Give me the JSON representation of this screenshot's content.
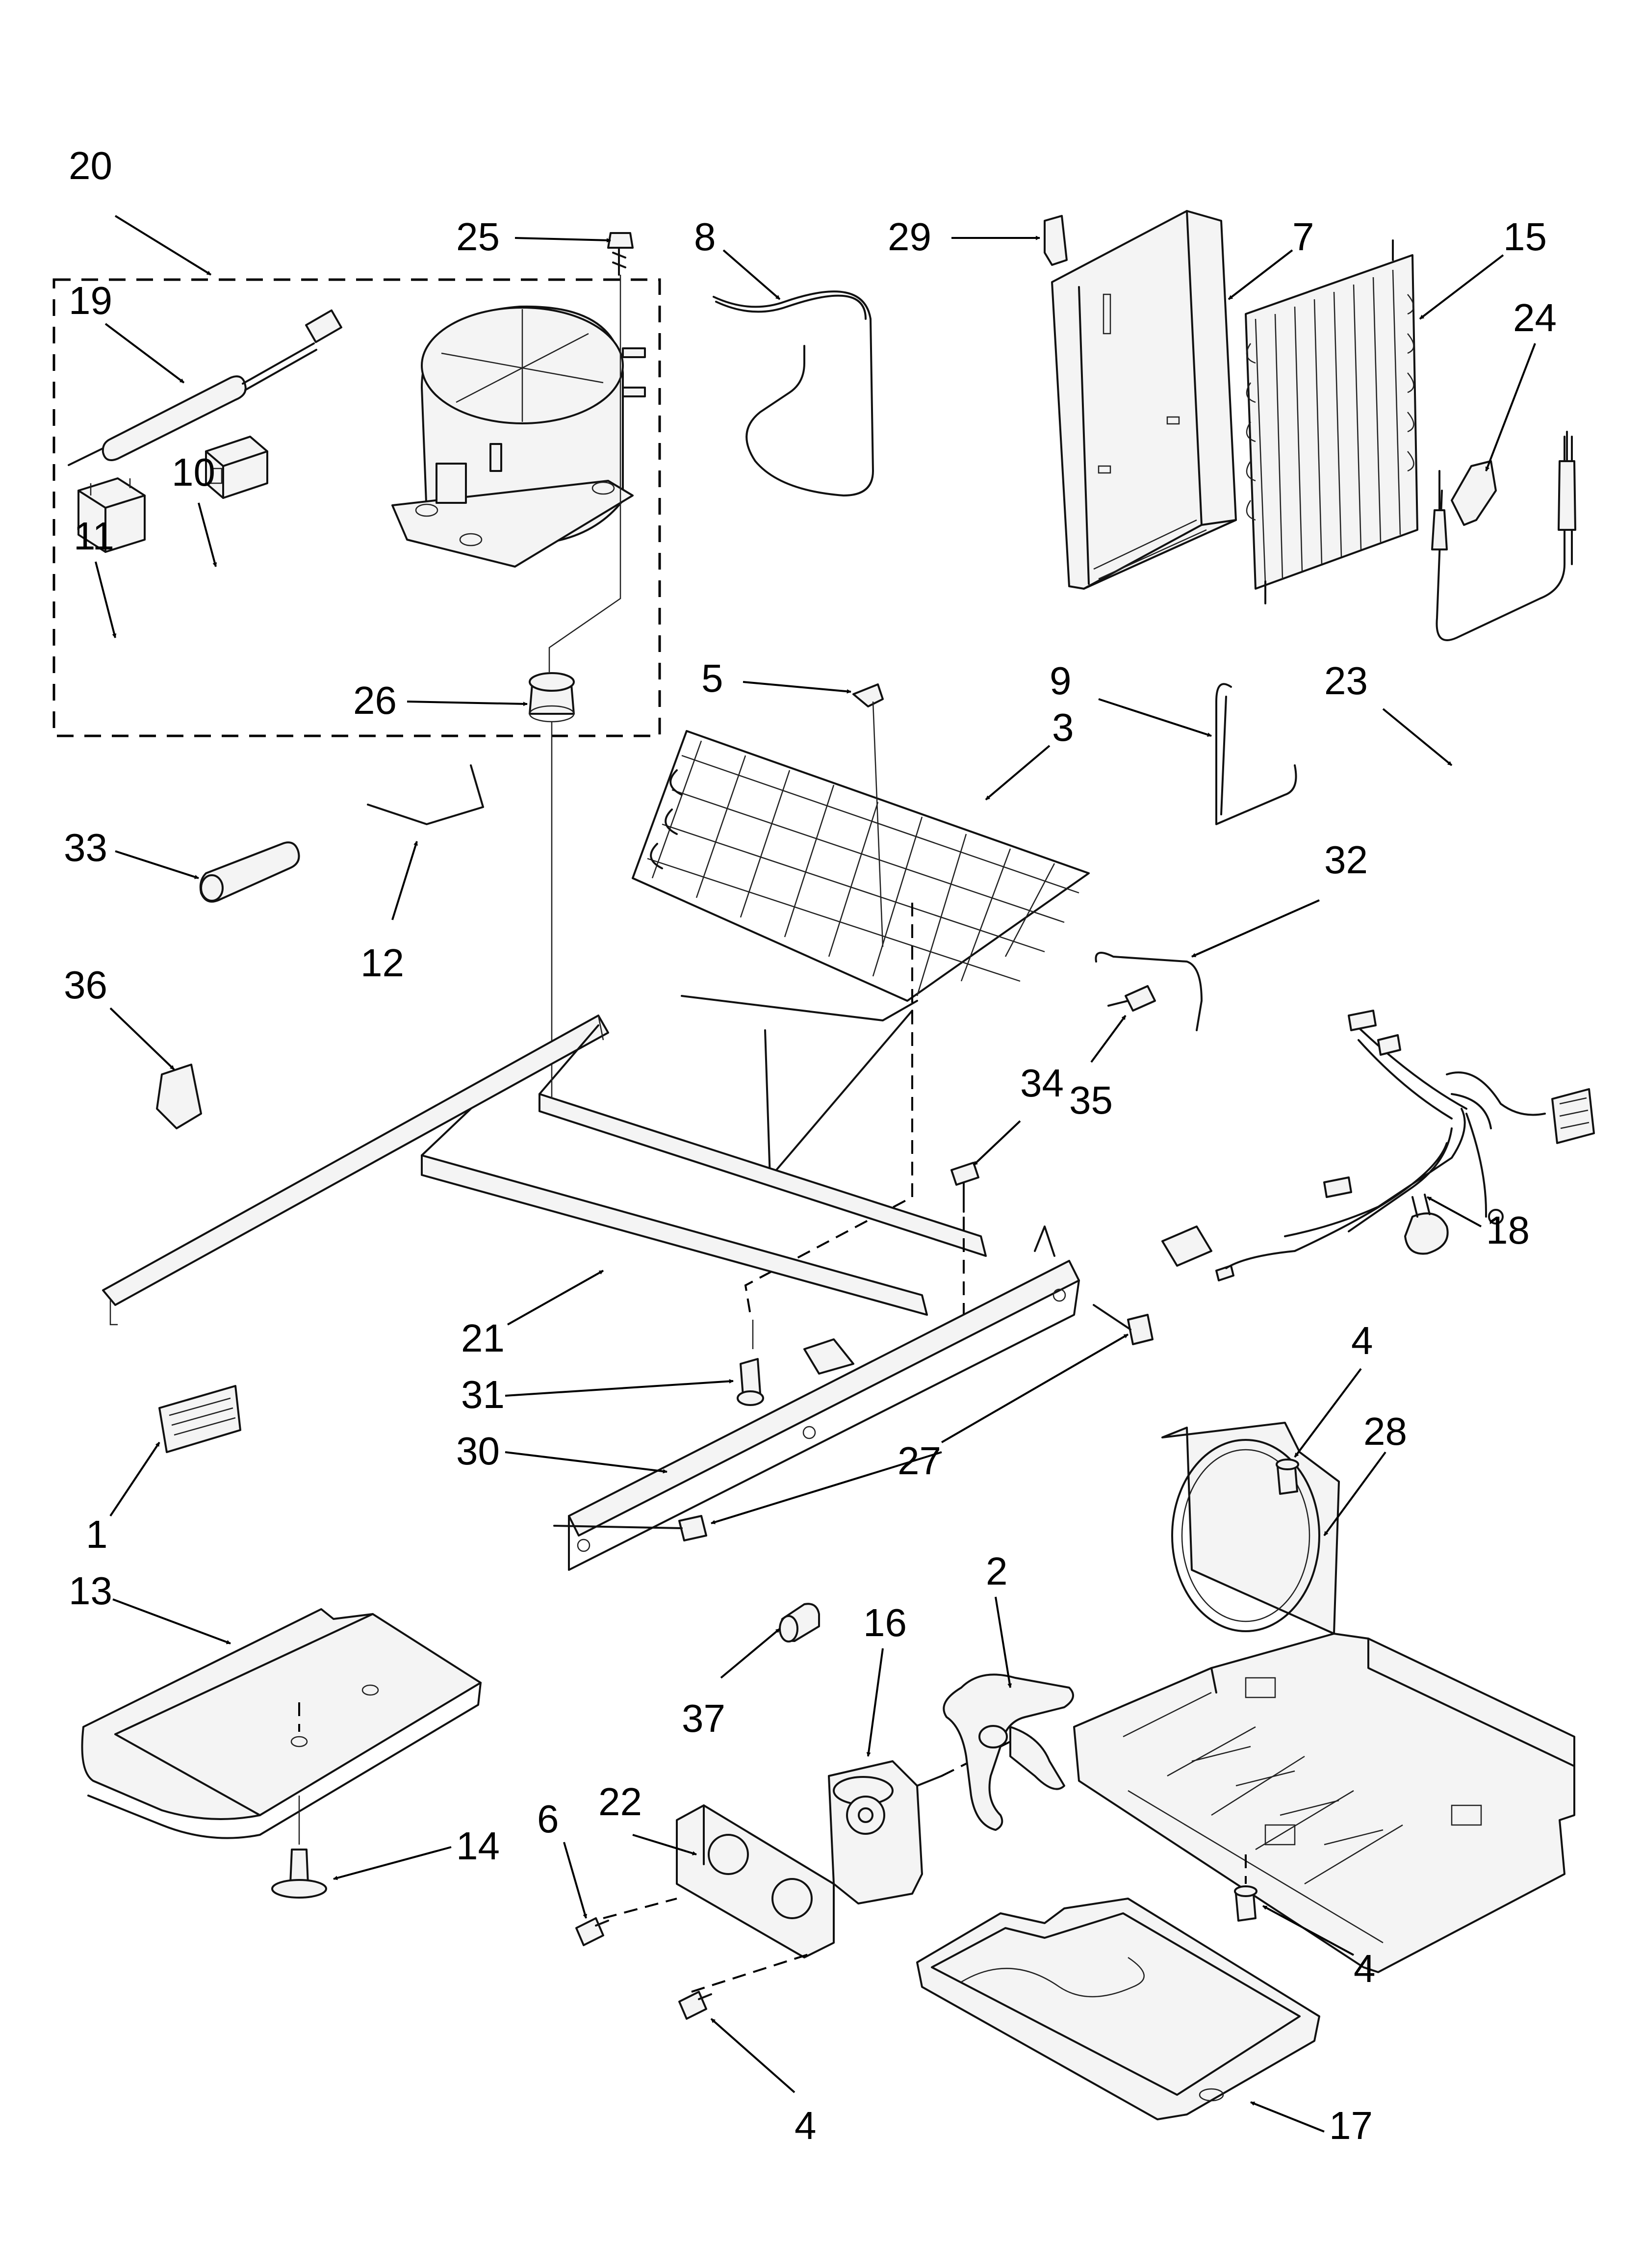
{
  "callouts": {
    "c1": "1",
    "c2": "2",
    "c3": "3",
    "c4a": "4",
    "c4b": "4",
    "c4c": "4",
    "c5": "5",
    "c6": "6",
    "c7": "7",
    "c8": "8",
    "c9": "9",
    "c10": "10",
    "c11": "11",
    "c12": "12",
    "c13": "13",
    "c14": "14",
    "c15": "15",
    "c16": "16",
    "c17": "17",
    "c18": "18",
    "c19": "19",
    "c20": "20",
    "c21": "21",
    "c22": "22",
    "c23": "23",
    "c24": "24",
    "c25": "25",
    "c26": "26",
    "c27": "27",
    "c28": "28",
    "c29": "29",
    "c30": "30",
    "c31": "31",
    "c32": "32",
    "c33": "33",
    "c34": "34",
    "c35": "35",
    "c36": "36",
    "c37": "37"
  }
}
